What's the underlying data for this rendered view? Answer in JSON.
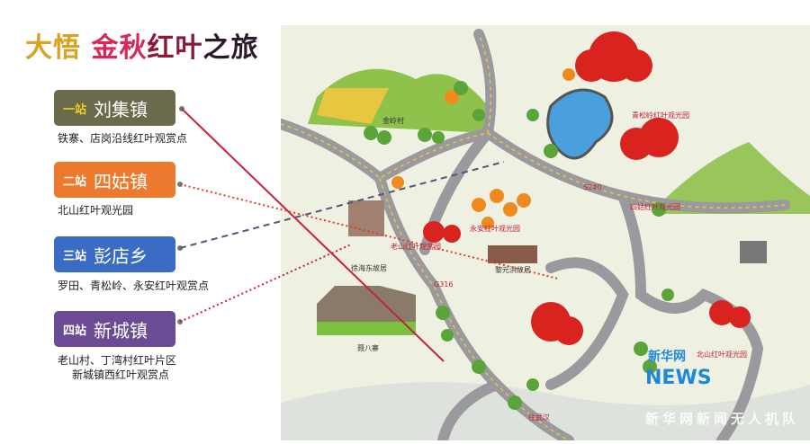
{
  "title": {
    "part1": "大悟",
    "part2": "金秋",
    "part3": "红叶",
    "part4": "之旅"
  },
  "stops": [
    {
      "no": "一站",
      "name": "刘集镇",
      "caption": "铁寨、店岗沿线红叶观赏点",
      "color": "#6b6a4c",
      "no_color": "#f0d020"
    },
    {
      "no": "二站",
      "name": "四姑镇",
      "caption": "北山红叶观光园",
      "color": "#ec7a2e",
      "no_color": "#ffffff"
    },
    {
      "no": "三站",
      "name": "彭店乡",
      "caption": "罗田、青松岭、永安红叶观赏点",
      "color": "#3a6cc6",
      "no_color": "#ffffff"
    },
    {
      "no": "四站",
      "name": "新城镇",
      "caption": "老山村、丁湾村红叶片区",
      "caption2": "新城镇西红叶观赏点",
      "color": "#6a4b94",
      "no_color": "#ffffff"
    }
  ],
  "map": {
    "labels": {
      "jinling": "金岭村",
      "qingsong": "青松岭红叶观光园",
      "sigu": "四姑红叶观光园",
      "yongan": "永安红叶观光园",
      "laoshan": "老山红叶观赏园",
      "xuhaidong": "徐海东故居",
      "liyuanhong": "黎元洪故居",
      "beishan": "北山红叶观光园",
      "zhai": "聂八寨",
      "road_g316": "G316",
      "road_s": "S240",
      "to_wuhan": "往武汉"
    },
    "watermark": {
      "logo": "新华网",
      "logo_en": "NEWS",
      "caption": "新华网新闻无人机队"
    }
  }
}
